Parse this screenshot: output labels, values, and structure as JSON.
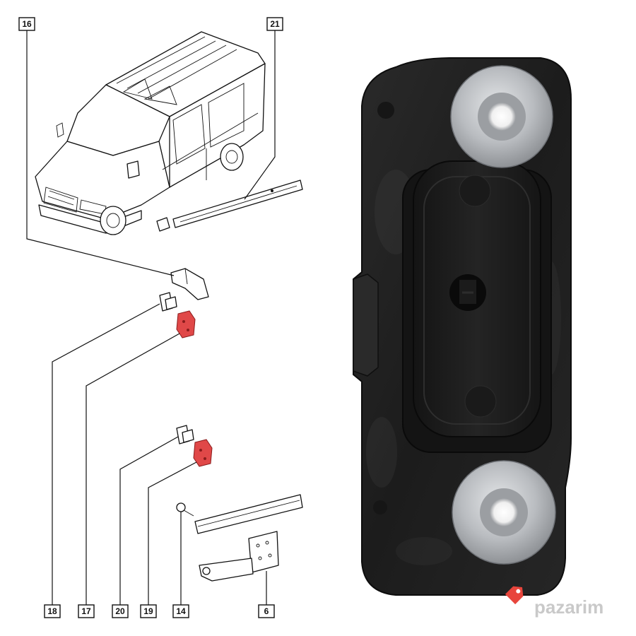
{
  "callouts": [
    {
      "id": "c16",
      "label": "16"
    },
    {
      "id": "c21",
      "label": "21"
    },
    {
      "id": "c18",
      "label": "18"
    },
    {
      "id": "c17",
      "label": "17"
    },
    {
      "id": "c20",
      "label": "20"
    },
    {
      "id": "c19",
      "label": "19"
    },
    {
      "id": "c14",
      "label": "14"
    },
    {
      "id": "c6",
      "label": "6"
    }
  ],
  "watermark": {
    "text": "pazarim",
    "icon": "price-tag-icon",
    "icon_color": "#e8453c"
  },
  "colors": {
    "highlight_part": "#e04848",
    "latch_body": "#1f1f1f",
    "washer": "#b9bcc0"
  }
}
